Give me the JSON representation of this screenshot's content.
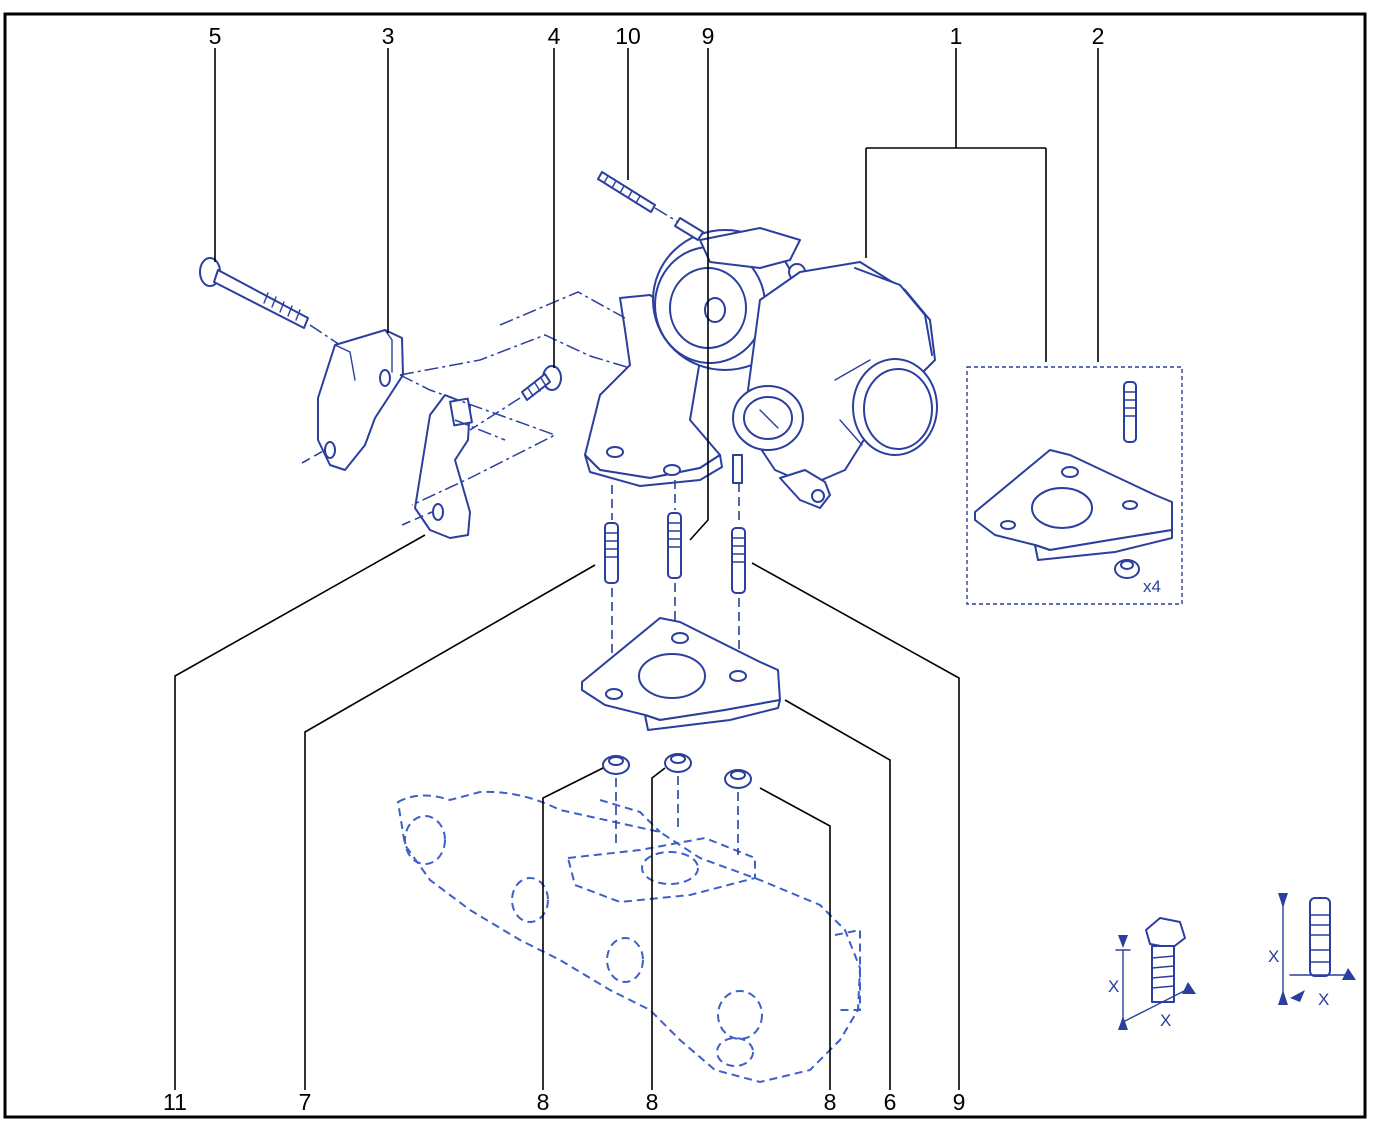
{
  "callouts": {
    "c5": "5",
    "c3": "3",
    "c4": "4",
    "c10": "10",
    "c9_top": "9",
    "c1": "1",
    "c2": "2",
    "c11": "11",
    "c7": "7",
    "c8_a": "8",
    "c8_b": "8",
    "c8_c": "8",
    "c6": "6",
    "c9_bottom": "9"
  },
  "kit_quantity": "x4",
  "measure_label_x": "X",
  "colors": {
    "line_art": "#2a3f9e",
    "leader": "#000000",
    "frame": "#000000"
  }
}
